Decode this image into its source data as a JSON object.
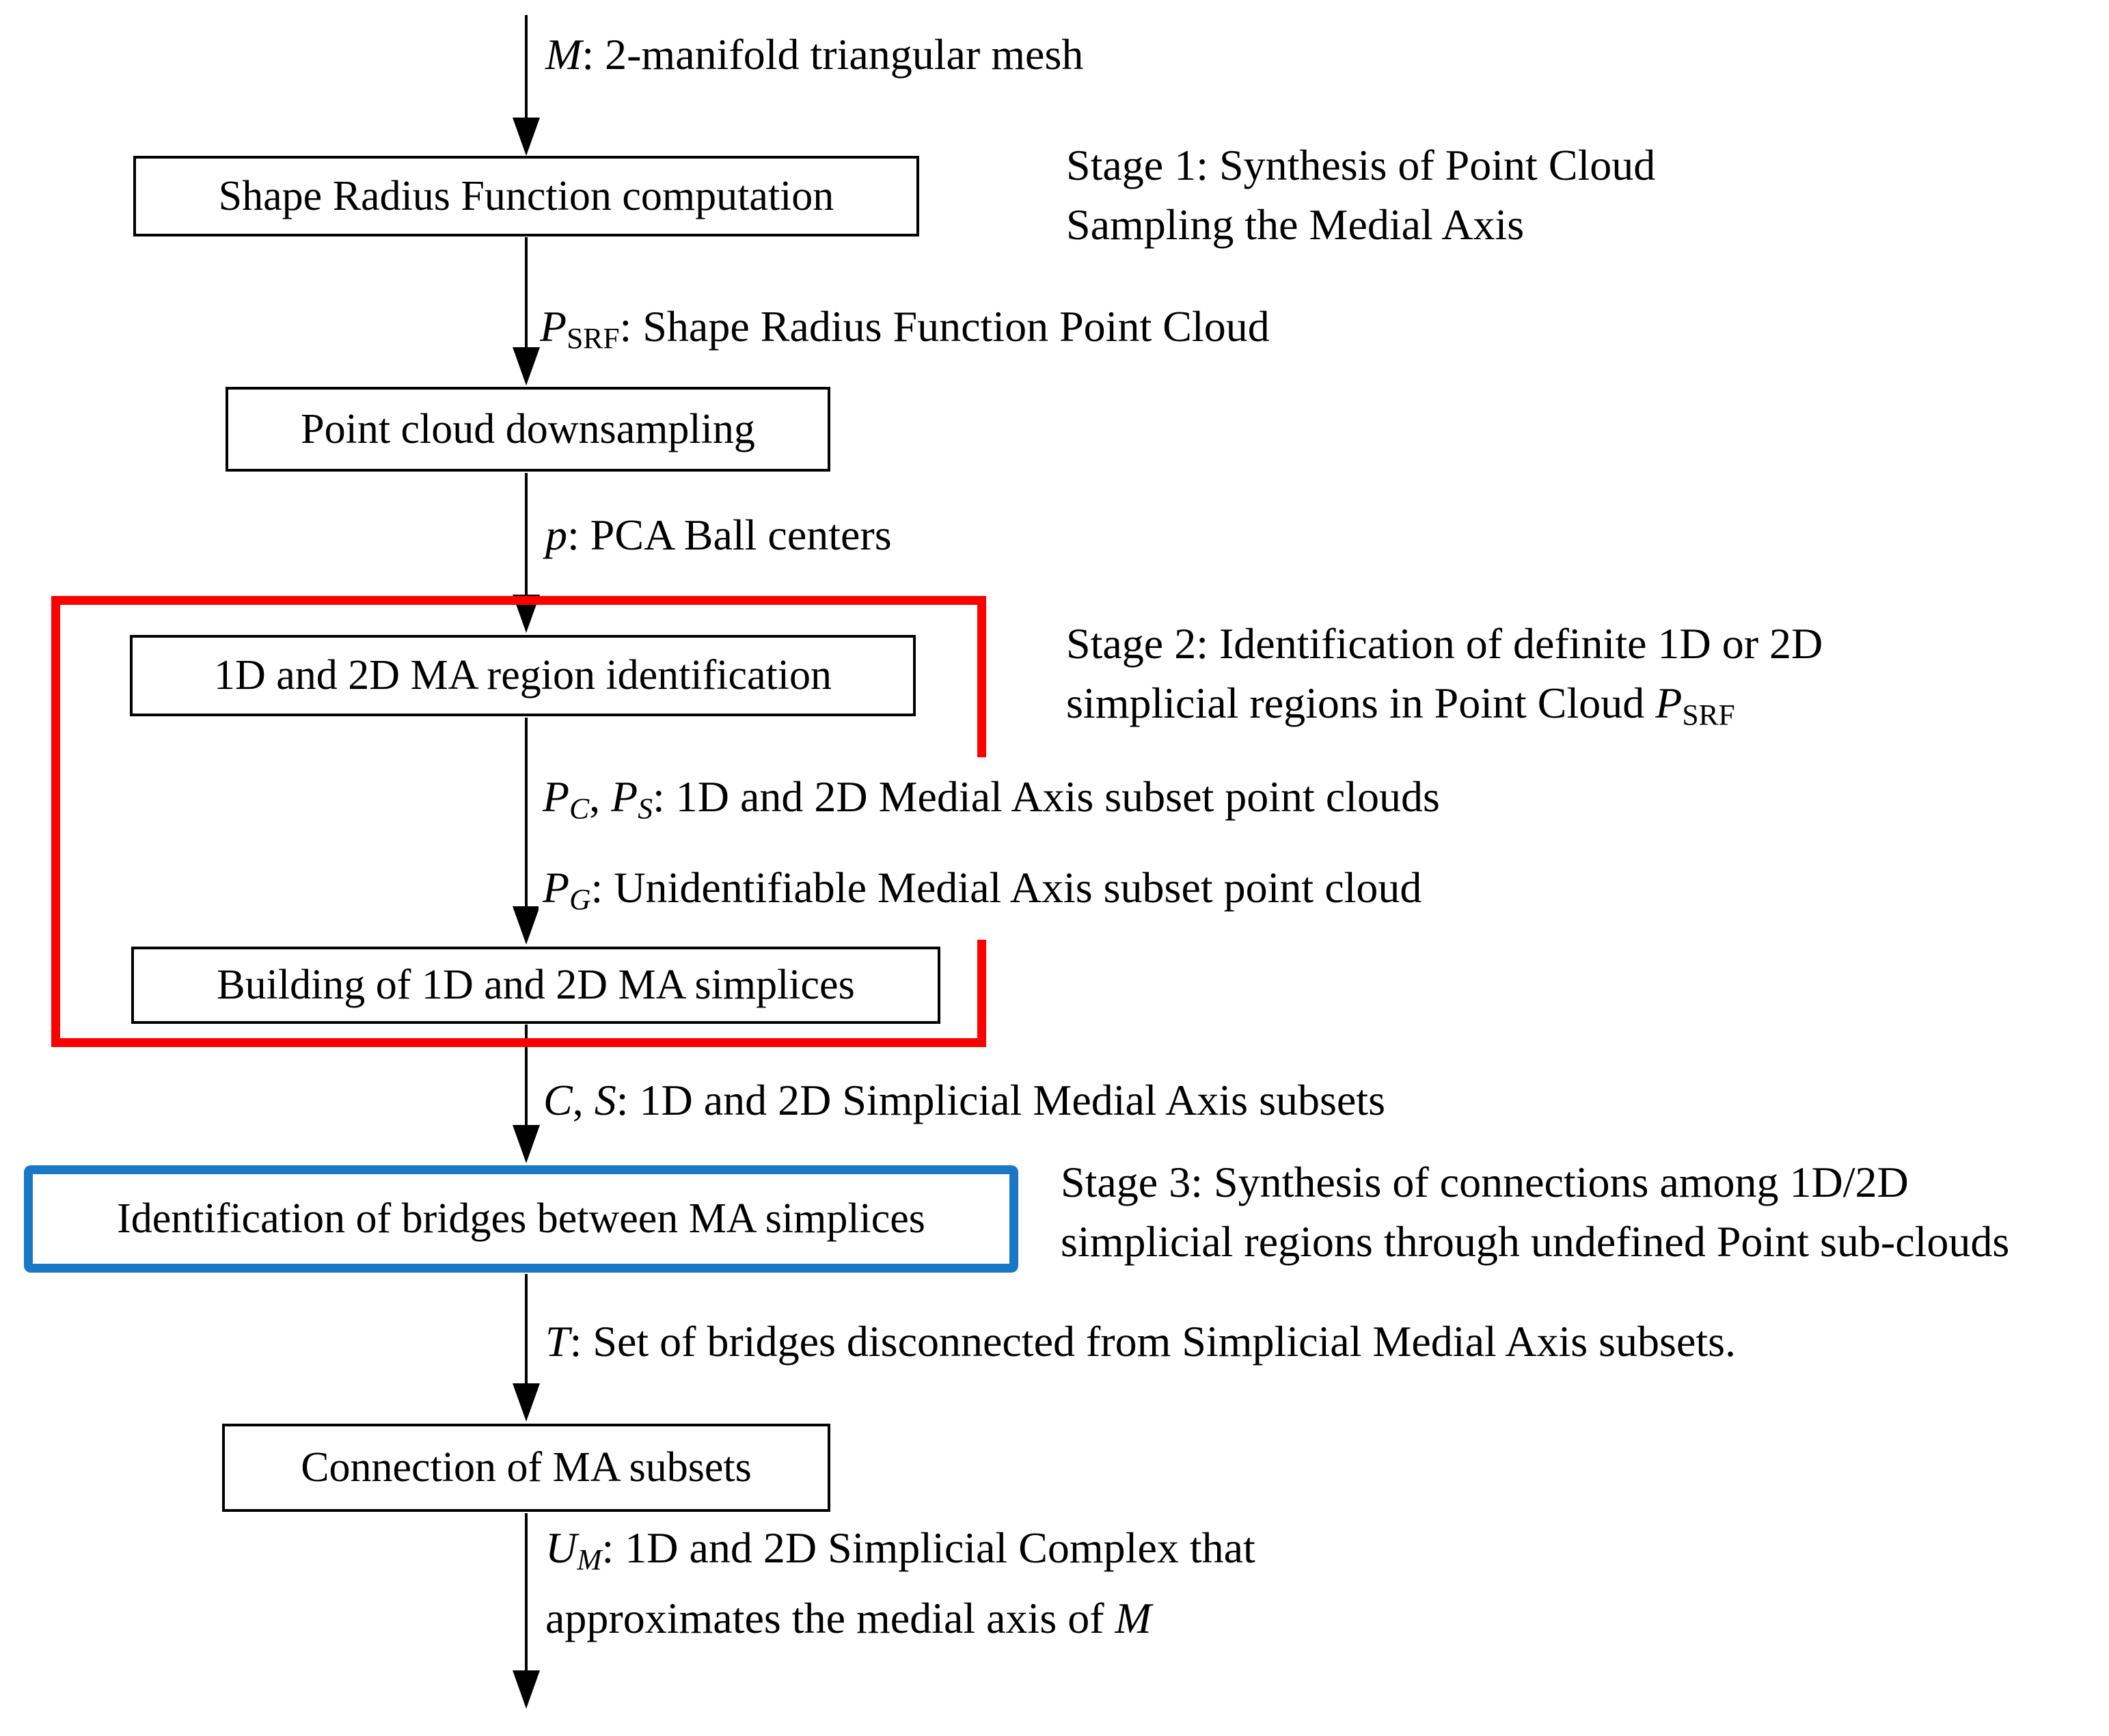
{
  "diagram": {
    "boxes": {
      "srf_computation": {
        "label": "Shape Radius Function computation"
      },
      "downsampling": {
        "label": "Point cloud downsampling"
      },
      "region_identification": {
        "label": "1D and 2D MA region identification"
      },
      "building_simplices": {
        "label": "Building of 1D and 2D MA simplices"
      },
      "bridge_identification": {
        "label": "Identification of bridges between MA simplices"
      },
      "connection": {
        "label": "Connection of MA subsets"
      }
    },
    "flow_labels": {
      "input_mesh": [
        {
          "t": "M",
          "s": "it"
        },
        {
          "t": ": 2-manifold triangular mesh"
        }
      ],
      "psrf": [
        {
          "t": "P",
          "s": "it"
        },
        {
          "t": "SRF",
          "s": "sub"
        },
        {
          "t": ": Shape Radius Function Point Cloud"
        }
      ],
      "pca_centers": [
        {
          "t": "p",
          "s": "it"
        },
        {
          "t": ": PCA Ball centers"
        }
      ],
      "pc_ps": [
        {
          "t": "P",
          "s": "it"
        },
        {
          "t": "C",
          "s": "it sub"
        },
        {
          "t": ", "
        },
        {
          "t": "P",
          "s": "it"
        },
        {
          "t": "S",
          "s": "it sub"
        },
        {
          "t": ": 1D and 2D Medial Axis subset point clouds"
        }
      ],
      "pg": [
        {
          "t": "P",
          "s": "it"
        },
        {
          "t": "G",
          "s": "it sub"
        },
        {
          "t": ": Unidentifiable Medial Axis subset point cloud"
        }
      ],
      "c_s": [
        {
          "t": "C",
          "s": "it"
        },
        {
          "t": ", "
        },
        {
          "t": "S",
          "s": "it"
        },
        {
          "t": ": 1D and 2D Simplicial Medial Axis subsets"
        }
      ],
      "t_bridges": [
        {
          "t": "T",
          "s": "it"
        },
        {
          "t": ": Set of bridges disconnected from Simplicial Medial Axis subsets."
        }
      ],
      "um_line1": [
        {
          "t": "U",
          "s": "it"
        },
        {
          "t": "M",
          "s": "it sub"
        },
        {
          "t": ": 1D and 2D Simplicial Complex that"
        }
      ],
      "um_line2": [
        {
          "t": "approximates the medial axis of "
        },
        {
          "t": "M",
          "s": "it"
        }
      ]
    },
    "stages": {
      "stage1": {
        "lines": [
          [
            {
              "t": "Stage 1: Synthesis of Point Cloud"
            }
          ],
          [
            {
              "t": "Sampling the Medial Axis"
            }
          ]
        ]
      },
      "stage2": {
        "lines": [
          [
            {
              "t": "Stage 2: Identification of definite 1D or 2D"
            }
          ],
          [
            {
              "t": "simplicial regions in Point Cloud "
            },
            {
              "t": "P",
              "s": "it"
            },
            {
              "t": "SRF",
              "s": "sub"
            }
          ]
        ]
      },
      "stage3": {
        "lines": [
          [
            {
              "t": "Stage 3: Synthesis of connections among 1D/2D"
            }
          ],
          [
            {
              "t": "simplicial regions through undefined Point sub-clouds"
            }
          ]
        ]
      }
    },
    "colors": {
      "stage2_outline": "#ff0000",
      "stage3_outline": "#1878c6",
      "box_border": "#000000",
      "arrow": "#000000",
      "text": "#000000",
      "background": "#ffffff"
    }
  }
}
